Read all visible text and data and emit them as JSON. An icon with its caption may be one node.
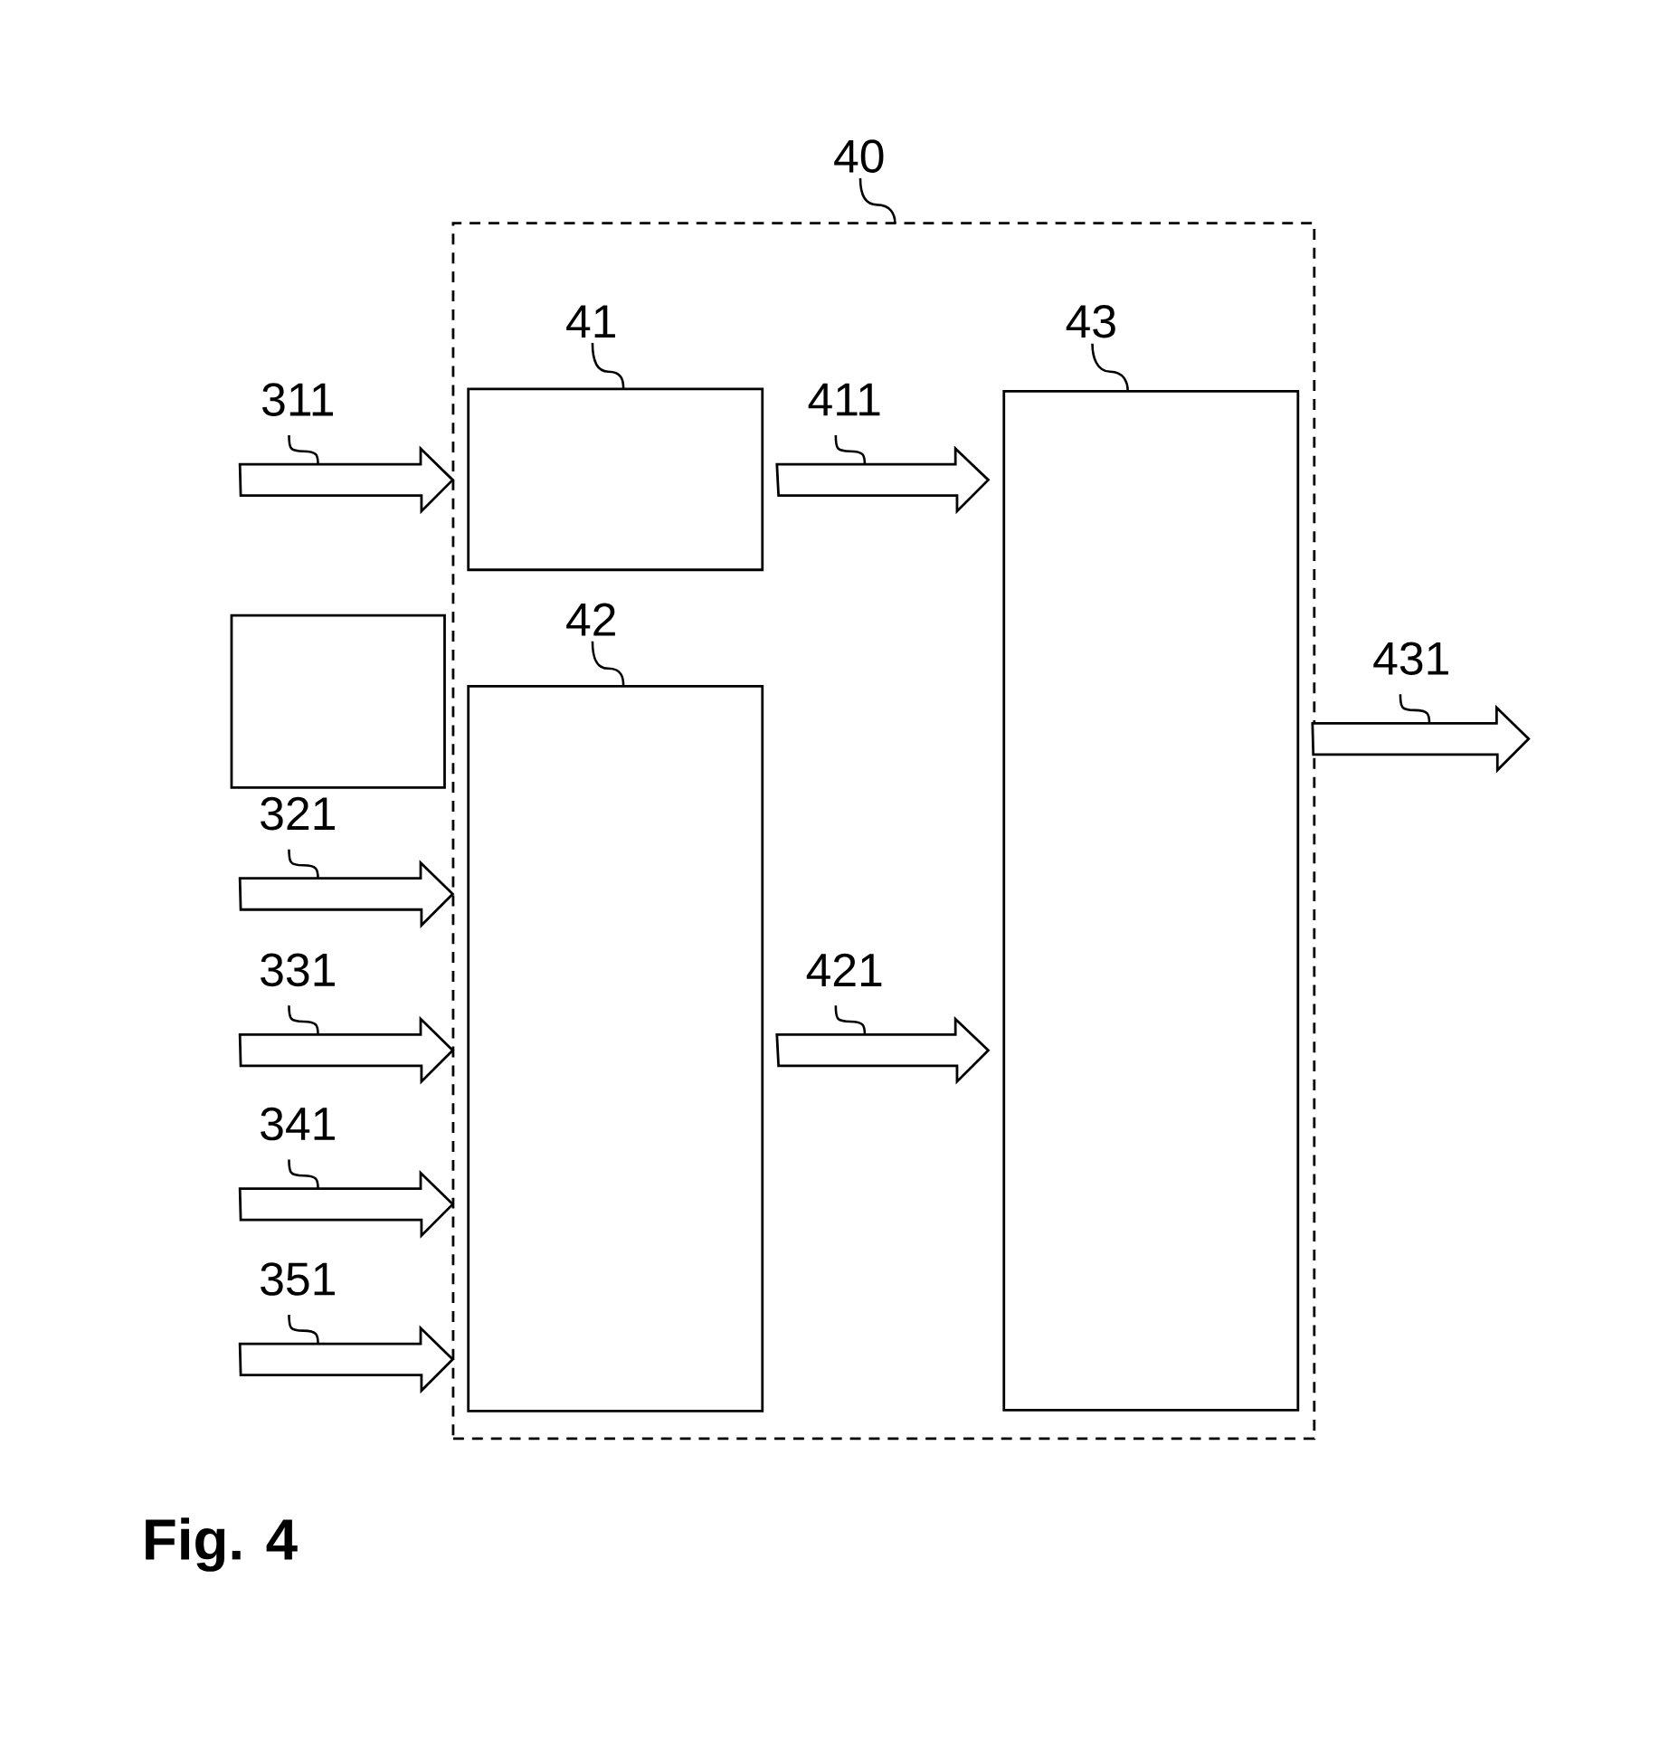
{
  "diagram": {
    "caption": "Fig. 4",
    "nodes": [
      {
        "text": [],
        "shape": "box"
      },
      {
        "text": [
          "40"
        ]
      },
      {
        "text": [],
        "shape": "box",
        "in": 0
      },
      {
        "text": [
          "41"
        ],
        "in": 0
      },
      {
        "text": [],
        "shape": "box",
        "in": 0
      },
      {
        "text": [
          "42"
        ],
        "in": 0
      },
      {
        "text": [],
        "shape": "box",
        "in": 0
      },
      {
        "text": [
          "43"
        ],
        "in": 0
      },
      {
        "text": [],
        "shape": "box"
      }
    ],
    "edges": [
      {
        "from": null,
        "to": 2,
        "arrow": "to",
        "label": "311"
      },
      {
        "from": null,
        "to": 4,
        "arrow": "to",
        "label": "321"
      },
      {
        "from": null,
        "to": 4,
        "arrow": "to",
        "label": "331"
      },
      {
        "from": null,
        "to": 4,
        "arrow": "to",
        "label": "341"
      },
      {
        "from": null,
        "to": 4,
        "arrow": "to",
        "label": "351"
      },
      {
        "from": 2,
        "to": 6,
        "arrow": "to",
        "label": "411"
      },
      {
        "from": 4,
        "to": 6,
        "arrow": "to",
        "label": "421"
      },
      {
        "from": 6,
        "to": null,
        "arrow": "to",
        "label": "431"
      },
      {
        "from": 1,
        "to": 0,
        "arrow": "none"
      },
      {
        "from": 3,
        "to": 2,
        "arrow": "none"
      },
      {
        "from": 5,
        "to": 4,
        "arrow": "none"
      },
      {
        "from": 7,
        "to": 6,
        "arrow": "none"
      }
    ]
  }
}
